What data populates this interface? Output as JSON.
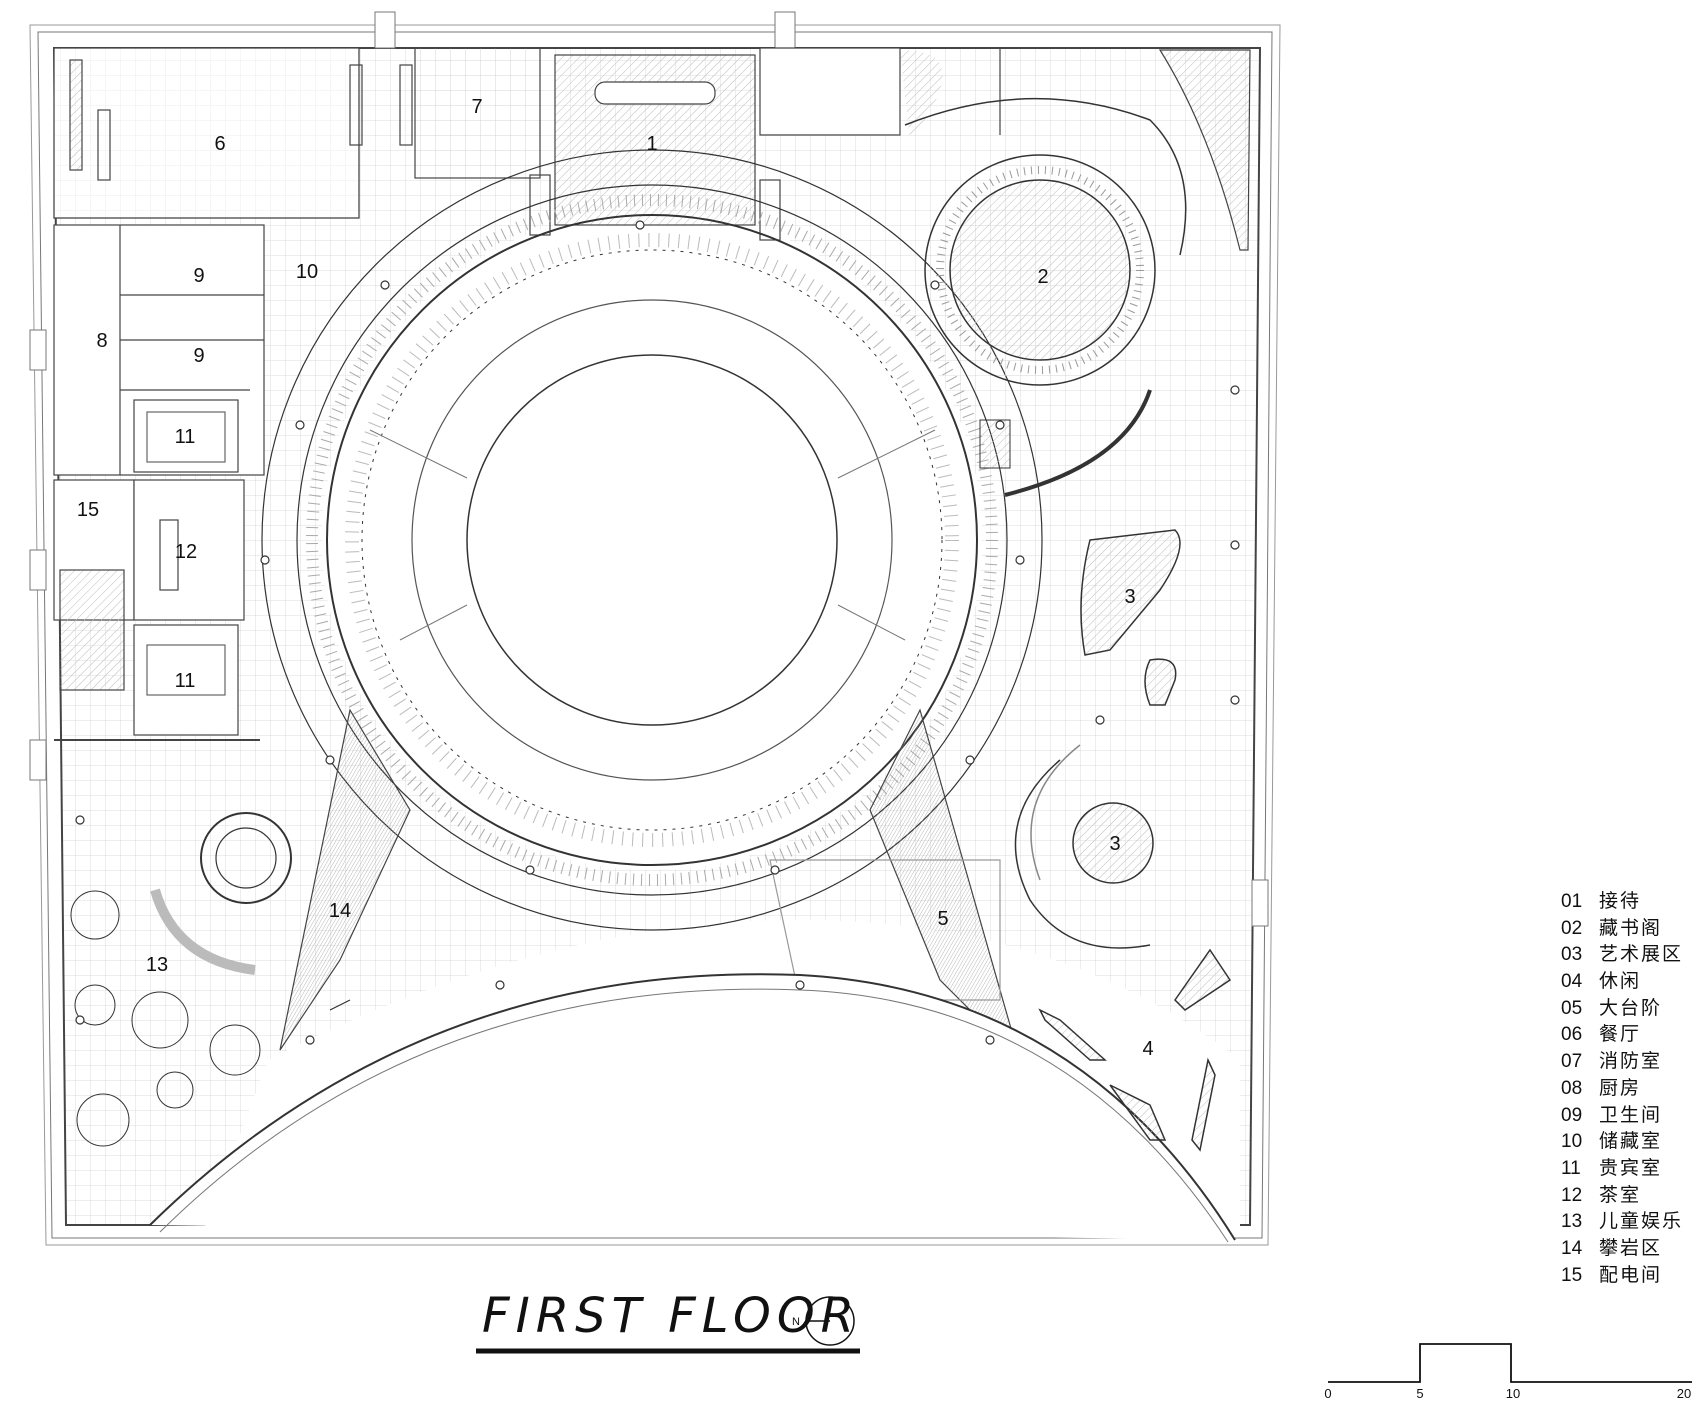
{
  "drawing": {
    "title": "FIRST FLOOR",
    "north_label": "N"
  },
  "rooms": [
    {
      "num": "1",
      "room": "reception"
    },
    {
      "num": "2",
      "room": "library"
    },
    {
      "num": "3",
      "room": "art-exhibition"
    },
    {
      "num": "3",
      "room": "art-exhibition"
    },
    {
      "num": "4",
      "room": "leisure"
    },
    {
      "num": "5",
      "room": "grand-steps"
    },
    {
      "num": "6",
      "room": "restaurant"
    },
    {
      "num": "7",
      "room": "fire-control"
    },
    {
      "num": "8",
      "room": "kitchen"
    },
    {
      "num": "9",
      "room": "restroom"
    },
    {
      "num": "9",
      "room": "restroom"
    },
    {
      "num": "10",
      "room": "storage"
    },
    {
      "num": "11",
      "room": "vip-room"
    },
    {
      "num": "11",
      "room": "vip-room"
    },
    {
      "num": "12",
      "room": "tea-room"
    },
    {
      "num": "13",
      "room": "kids-play"
    },
    {
      "num": "14",
      "room": "climbing"
    },
    {
      "num": "15",
      "room": "electrical"
    }
  ],
  "legend": [
    {
      "num": "01",
      "name": "接待"
    },
    {
      "num": "02",
      "name": "藏书阁"
    },
    {
      "num": "03",
      "name": "艺术展区"
    },
    {
      "num": "04",
      "name": "休闲"
    },
    {
      "num": "05",
      "name": "大台阶"
    },
    {
      "num": "06",
      "name": "餐厅"
    },
    {
      "num": "07",
      "name": "消防室"
    },
    {
      "num": "08",
      "name": "厨房"
    },
    {
      "num": "09",
      "name": "卫生间"
    },
    {
      "num": "10",
      "name": "储藏室"
    },
    {
      "num": "11",
      "name": "贵宾室"
    },
    {
      "num": "12",
      "name": "茶室"
    },
    {
      "num": "13",
      "name": "儿童娱乐"
    },
    {
      "num": "14",
      "name": "攀岩区"
    },
    {
      "num": "15",
      "name": "配电间"
    }
  ],
  "scale_bar": {
    "ticks": [
      "0",
      "5",
      "10",
      "20"
    ]
  },
  "colors": {
    "line": "#333333",
    "grid": "#d2d2d2",
    "hatch": "#bdbdbd"
  }
}
